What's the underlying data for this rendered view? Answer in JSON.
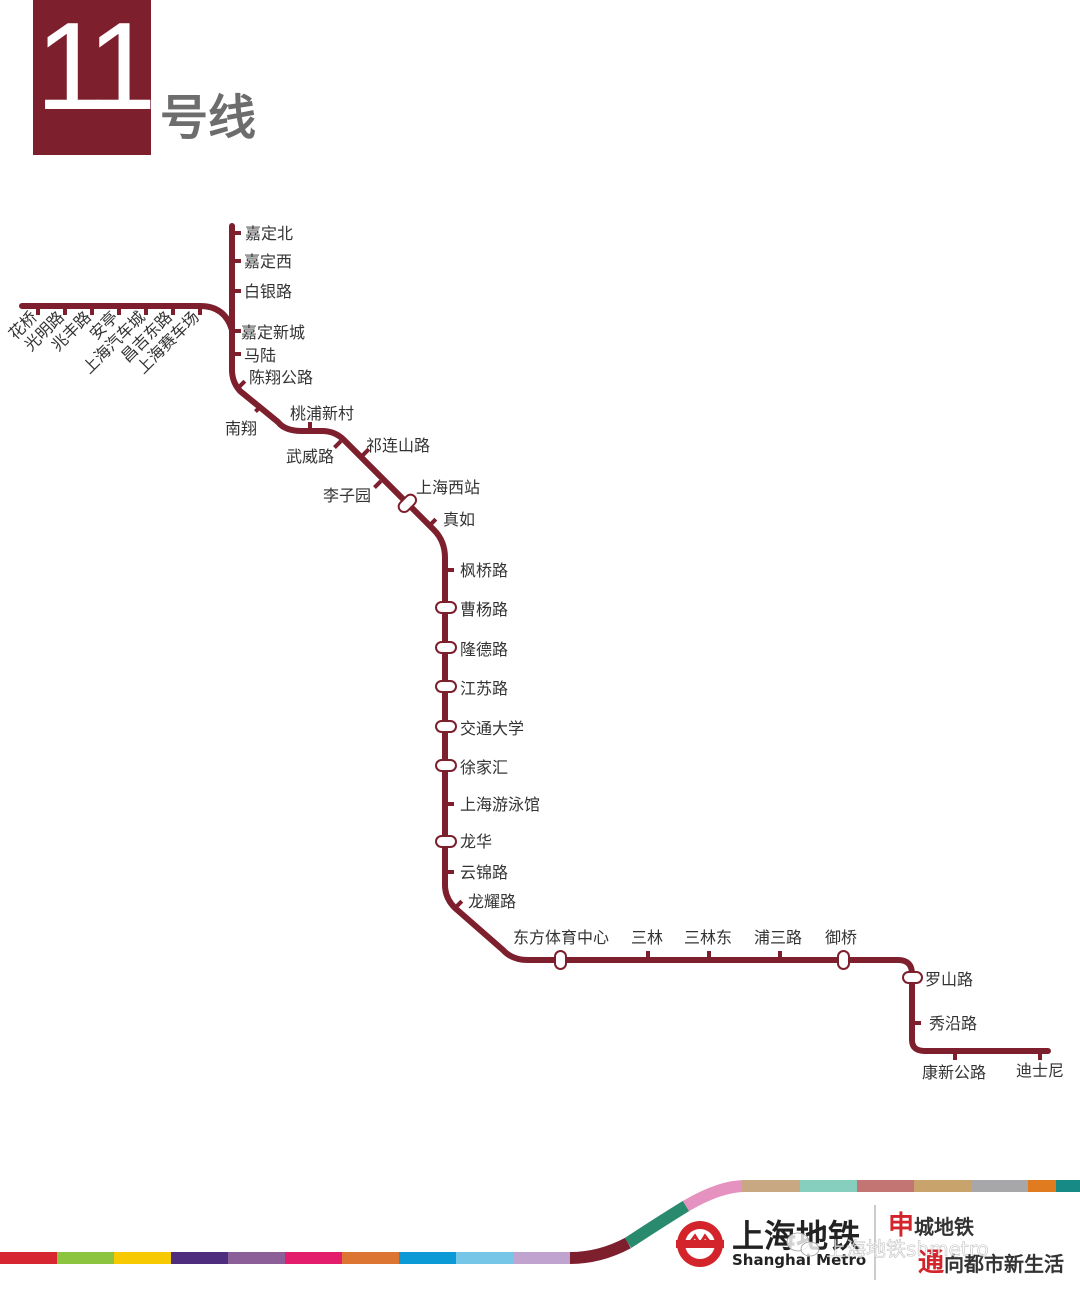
{
  "header": {
    "line_number": "11",
    "line_suffix": "号线"
  },
  "line_color": "#7d1f2d",
  "stations": {
    "jiading_bei": "嘉定北",
    "jiading_xi": "嘉定西",
    "baiyin_lu": "白银路",
    "jiading_xincheng": "嘉定新城",
    "malu": "马陆",
    "chenxiang_gonglu": "陈翔公路",
    "nanxiang": "南翔",
    "taopu_xincun": "桃浦新村",
    "wuwei_lu": "武威路",
    "qilianshan_lu": "祁连山路",
    "liziyuan": "李子园",
    "shanghai_xizhan": "上海西站",
    "zhenru": "真如",
    "fengqiao_lu": "枫桥路",
    "caoyang_lu": "曹杨路",
    "longde_lu": "隆德路",
    "jiangsu_lu": "江苏路",
    "jiaotong_daxue": "交通大学",
    "xujiahui": "徐家汇",
    "shanghai_youyongguan": "上海游泳馆",
    "longhua": "龙华",
    "yunjin_lu": "云锦路",
    "longyao_lu": "龙耀路",
    "dongfang_tiyu_zhongxin": "东方体育中心",
    "sanlin": "三林",
    "sanlin_dong": "三林东",
    "pusan_lu": "浦三路",
    "yuqiao": "御桥",
    "luoshan_lu": "罗山路",
    "xiuyan_lu": "秀沿路",
    "kangxin_gonglu": "康新公路",
    "dishini": "迪士尼",
    "huaqiao": "花桥",
    "guangming_lu": "光明路",
    "zhaofeng_lu": "兆丰路",
    "anting": "安亭",
    "shanghai_qichecheng": "上海汽车城",
    "changji_donglu": "昌吉东路",
    "shanghai_saichechang": "上海赛车场"
  },
  "footer": {
    "brand_cn": "上海地铁",
    "brand_en": "Shanghai Metro",
    "slogan_line1_big": "申",
    "slogan_line1": "城地铁",
    "slogan_line2_big": "通",
    "slogan_line2": "向都市新生活",
    "watermark": "上海地铁shmetro",
    "stripe_colors": [
      "#d62631",
      "#8cc43f",
      "#f6c900",
      "#4e2c7e",
      "#8d5f99",
      "#e31d6b",
      "#dc7532",
      "#0b9ad6",
      "#76c6e8",
      "#c1a3d0",
      "#7d1f2d",
      "#2a8a6d",
      "#e592c0",
      "#c8a882",
      "#86cfbe",
      "#c27572",
      "#c9a36c",
      "#a7a7a9",
      "#e17b20",
      "#178a85"
    ]
  }
}
